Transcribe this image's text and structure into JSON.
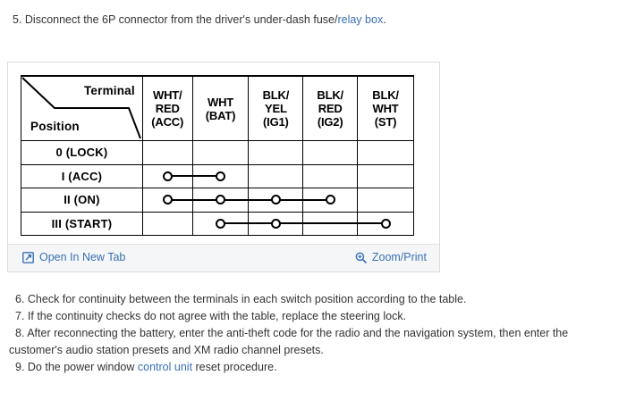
{
  "top_step": {
    "prefix": "5. Disconnect the 6P connector from the driver's under-dash fuse/",
    "link": "relay box",
    "suffix": "."
  },
  "figure": {
    "table": {
      "corner": {
        "terminal_label": "Terminal",
        "position_label": "Position"
      },
      "columns": [
        {
          "wires": "WHT/",
          "wires2": "RED",
          "abbr": "(ACC)"
        },
        {
          "wires": "WHT",
          "wires2": "",
          "abbr": "(BAT)"
        },
        {
          "wires": "BLK/",
          "wires2": "YEL",
          "abbr": "(IG1)"
        },
        {
          "wires": "BLK/",
          "wires2": "RED",
          "abbr": "(IG2)"
        },
        {
          "wires": "BLK/",
          "wires2": "WHT",
          "abbr": "(ST)"
        }
      ],
      "rows": [
        {
          "position": "0 (LOCK)",
          "cells": [
            "none",
            "none",
            "none",
            "none",
            "none"
          ]
        },
        {
          "position": "I (ACC)",
          "cells": [
            "dot-right",
            "dot-left",
            "none",
            "none",
            "none"
          ]
        },
        {
          "position": "II (ON)",
          "cells": [
            "dot-right",
            "dot-both",
            "dot-both",
            "dot-left",
            "none"
          ]
        },
        {
          "position": "III (START)",
          "cells": [
            "none",
            "dot-right",
            "dot-both",
            "through",
            "dot-left"
          ]
        }
      ]
    },
    "footer": {
      "open_new_tab": "Open In New Tab",
      "zoom_print": "Zoom/Print"
    }
  },
  "steps": [
    {
      "text": "6. Check for continuity between the terminals in each switch position according to the table.",
      "indent": true
    },
    {
      "text": "7. If the continuity checks do not agree with the table, replace the steering lock.",
      "indent": true
    },
    {
      "text": "8. After reconnecting the battery, enter the anti-theft code for the radio and the navigation system, then enter the",
      "indent": true
    },
    {
      "text": "customer's audio station presets and XM radio channel presets.",
      "indent": false
    }
  ],
  "last_step": {
    "prefix": "9. Do the power window ",
    "link": "control unit",
    "suffix": " reset procedure."
  },
  "colors": {
    "link": "#3a6fb5",
    "text": "#333333",
    "table_line": "#000000",
    "footer_bg": "#f5f6f7",
    "container_border": "#dcdcdc"
  }
}
